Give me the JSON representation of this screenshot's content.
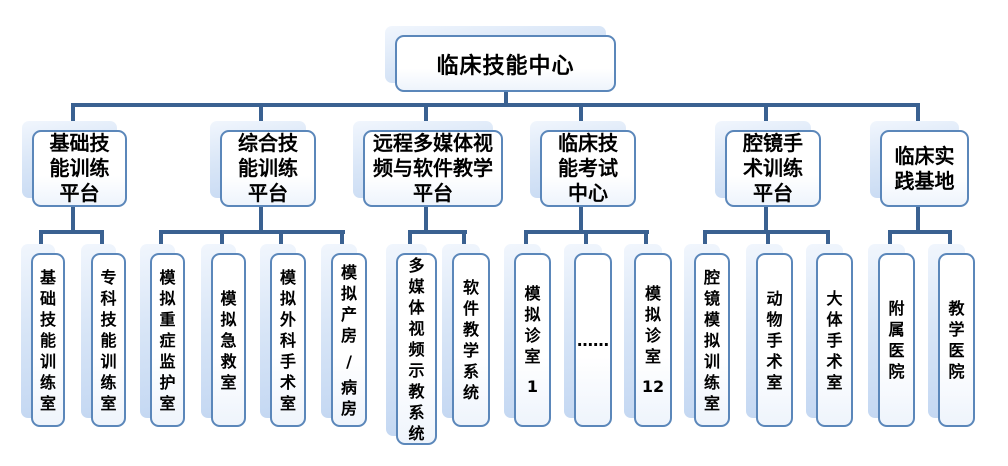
{
  "diagram": {
    "title": "临床技能中心",
    "colors": {
      "line": "#3a6191",
      "border": "#5b87ba",
      "shadow_top": "#f1f6fd",
      "shadow_bottom": "#c3d7f2",
      "box_fill": "#ffffff",
      "text": "#000000"
    },
    "root": {
      "label": "临床技能中心"
    },
    "branches": [
      {
        "label": "基础技能训练平台",
        "children": [
          "基础技能训练室",
          "专科技能训练室"
        ]
      },
      {
        "label": "综合技能训练平台",
        "children": [
          "模拟重症监护室",
          "模拟急救室",
          "模拟外科手术室",
          "模拟产房/病房"
        ]
      },
      {
        "label": "远程多媒体视频与软件教学平台",
        "children": [
          "多媒体视频示教系统",
          "软件教学系统"
        ]
      },
      {
        "label": "临床技能考试中心",
        "children": [
          "模拟诊室 1",
          "……",
          "模拟诊室 12"
        ]
      },
      {
        "label": "腔镜手术训练平台",
        "children": [
          "腔镜模拟训练室",
          "动物手术室",
          "大体手术室"
        ]
      },
      {
        "label": "临床实践基地",
        "children": [
          "附属医院",
          "教学医院"
        ]
      }
    ]
  }
}
